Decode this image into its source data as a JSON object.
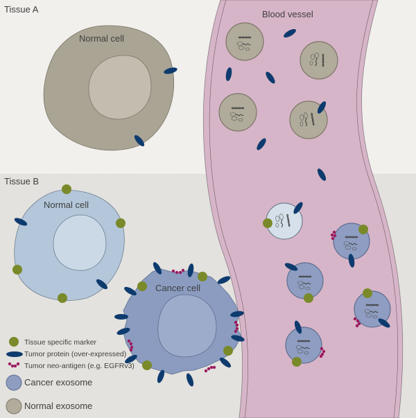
{
  "regions": {
    "tissue_a": "Tissue A",
    "tissue_b": "Tissue B",
    "blood_vessel": "Blood vessel"
  },
  "cells": {
    "tissue_a_cell": "Normal cell",
    "tissue_b_cell": "Normal cell",
    "cancer_cell": "Cancer cell"
  },
  "legend": {
    "items": [
      {
        "icon": "tissue-marker",
        "label": "Tissue specific marker"
      },
      {
        "icon": "tumor-protein",
        "label": "Tumor protein (over-expressed)"
      },
      {
        "icon": "neo-antigen",
        "label": "Tumor neo-antigen (e.g. EGFRv3)"
      },
      {
        "icon": "cancer-exosome",
        "label": "Cancer exosome"
      },
      {
        "icon": "normal-exosome",
        "label": "Normal exosome"
      }
    ]
  },
  "colors": {
    "tissue_a_bg": "#f1f0ed",
    "tissue_b_bg": "#e3e2de",
    "vessel": "#d7b5c8",
    "normal_cell_a": "#a9a494",
    "normal_nucleus_a": "#c3bdb0",
    "normal_cell_b": "#b3c6da",
    "normal_nucleus_b": "#cbd9e6",
    "cancer_cell": "#8b9cc0",
    "cancer_nucleus": "#9eaccb",
    "tumor_protein": "#0e3b6e",
    "tissue_marker": "#7a8a2a",
    "neo_antigen": "#9a1a5f",
    "normal_exosome": "#b1ab9b",
    "cancer_exosome": "#8e9dc1",
    "light_exosome": "#d5e0ea"
  }
}
